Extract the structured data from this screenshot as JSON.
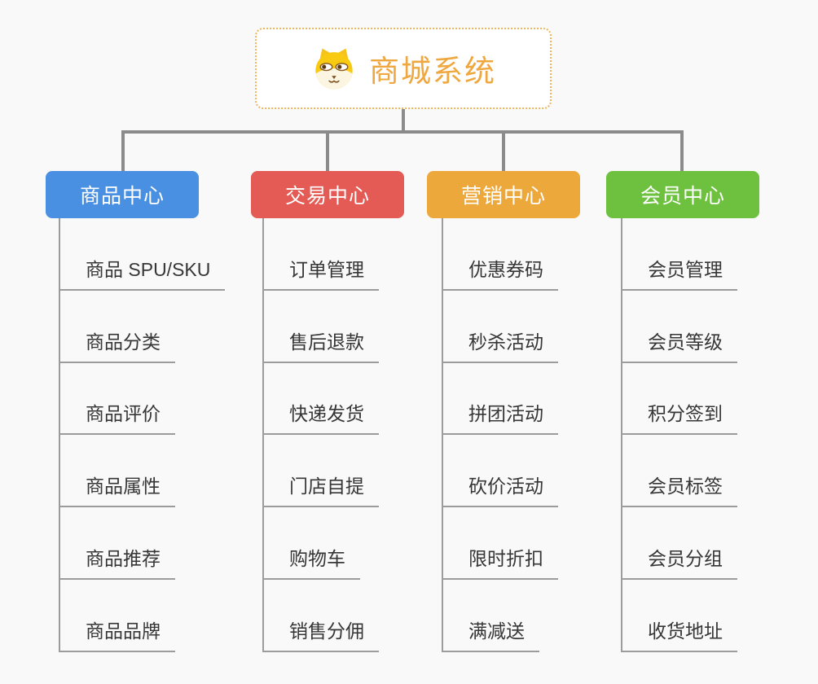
{
  "page": {
    "background_color": "#f9f9f9",
    "connector_color": "#8b8b8b",
    "line_color": "#9c9c9c"
  },
  "root": {
    "title": "商城系统",
    "icon": "dog-face-icon",
    "text_color": "#efa73f",
    "border_color": "#eeb45e"
  },
  "branches": [
    {
      "label": "商品中心",
      "color": "#4a90e2",
      "children": [
        "商品 SPU/SKU",
        "商品分类",
        "商品评价",
        "商品属性",
        "商品推荐",
        "商品品牌"
      ]
    },
    {
      "label": "交易中心",
      "color": "#e45a55",
      "children": [
        "订单管理",
        "售后退款",
        "快递发货",
        "门店自提",
        "购物车",
        "销售分佣"
      ]
    },
    {
      "label": "营销中心",
      "color": "#eda83c",
      "children": [
        "优惠券码",
        "秒杀活动",
        "拼团活动",
        "砍价活动",
        "限时折扣",
        "满减送"
      ]
    },
    {
      "label": "会员中心",
      "color": "#6ec13e",
      "children": [
        "会员管理",
        "会员等级",
        "积分签到",
        "会员标签",
        "会员分组",
        "收货地址"
      ]
    }
  ]
}
